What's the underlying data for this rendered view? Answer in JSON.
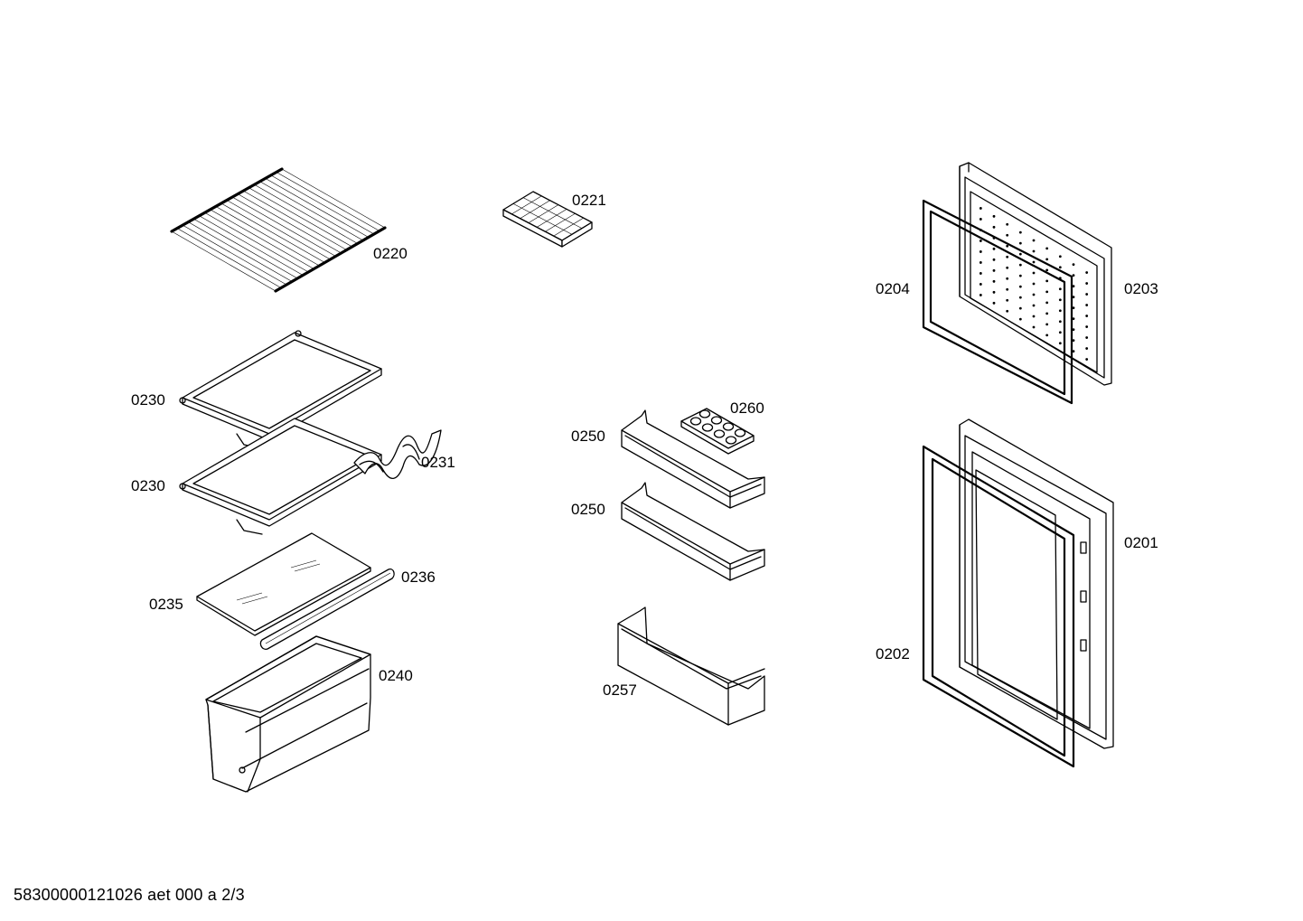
{
  "labels": {
    "p0220": "0220",
    "p0221": "0221",
    "p0230a": "0230",
    "p0230b": "0230",
    "p0231": "0231",
    "p0235": "0235",
    "p0236": "0236",
    "p0240": "0240",
    "p0250a": "0250",
    "p0250b": "0250",
    "p0257": "0257",
    "p0260": "0260",
    "p0204": "0204",
    "p0203": "0203",
    "p0202": "0202",
    "p0201": "0201"
  },
  "footer": "58300000121026 aet 000 a 2/3"
}
